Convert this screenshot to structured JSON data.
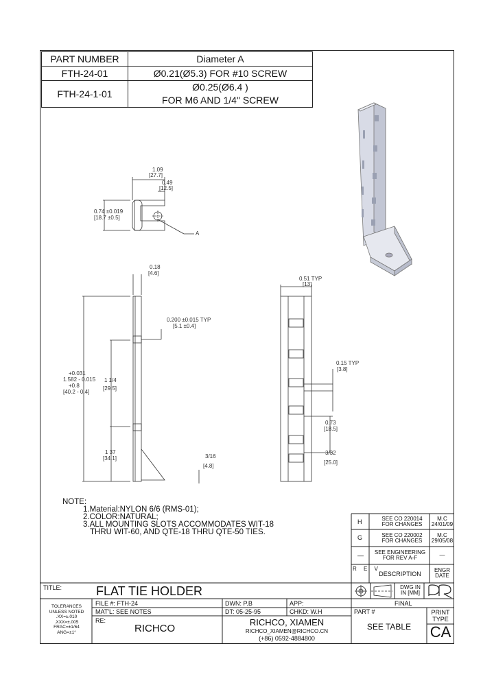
{
  "part_table": {
    "header_part": "PART NUMBER",
    "header_diameter": "Diameter A",
    "rows": [
      {
        "part": "FTH-24-01",
        "diameter": "Ø0.21(Ø5.3) FOR #10 SCREW",
        "diameter2": ""
      },
      {
        "part": "FTH-24-1-01",
        "diameter": "Ø0.25(Ø6.4 )",
        "diameter2": "FOR M6 AND 1/4\" SCREW"
      }
    ]
  },
  "dims": {
    "top_width": "1.09",
    "top_width_mm": "[27.7]",
    "top_depth": "0.49",
    "top_depth_mm": "[12.5]",
    "top_height": "0.74 ±0.019",
    "top_height_mm": "[18.7 ±0.5]",
    "hole_callout": "A",
    "side_thk": "0.18",
    "side_thk_mm": "[4.6]",
    "slot_width": "0.200 ±0.015 TYP",
    "slot_width_mm": "[5.1 ±0.4]",
    "overall_h1": "+0.031",
    "overall_h2": "1.582 - 0.015",
    "overall_h3": "+0.8",
    "overall_h4": "[40.2 - 0.4]",
    "pitch_a": "1 1/4",
    "pitch_a_mm": "[29.5]",
    "base_h": "1 37",
    "base_h_mm": "[34.1]",
    "base_thk": "3/16",
    "base_thk_mm": "[4.8]",
    "front_w": "0.51 TYP",
    "front_w_mm": "[13]",
    "slot_gap": "0.15 TYP",
    "slot_gap_mm": "[3.8]",
    "slot_pitch": "0.73",
    "slot_pitch_mm": "[18.5]",
    "slot_last": "3/32",
    "slot_last_mm": "[25.0]"
  },
  "notes": {
    "heading": "NOTE:",
    "items": [
      "1.Material:NYLON 6/6 (RMS-01);",
      "2.COLOR:NATURAL;",
      "3.ALL MOUNTING SLOTS ACCOMMODATES WIT-18",
      "THRU WIT-60, AND QTE-18 THRU QTE-50 TIES."
    ]
  },
  "revisions": [
    {
      "rev": "H",
      "desc": "SEE CO 220014\nFOR CHANGES",
      "engr": "M.C\n24/01/09"
    },
    {
      "rev": "G",
      "desc": "SEE CO 220002\nFOR CHANGES",
      "engr": "M.C\n29/05/08"
    },
    {
      "rev": "—",
      "desc": "SEE ENGINEERING\nFOR REV A-F",
      "engr": "—"
    }
  ],
  "rev_header": {
    "rev": "R E V",
    "desc": "DESCRIPTION",
    "engr": "ENGR\nDATE"
  },
  "title_block": {
    "title_label": "TITLE:",
    "title": "FLAT TIE HOLDER",
    "dwg_in": "DWG IN\nIN [MM]",
    "final": "FINAL",
    "tolerances": "TOLERANCES\nUNLESS NOTED\n.XX=±.010\n.XXX=±.005\nFRAC=±1/64\nANG=±1°",
    "file": "FILE #: FTH-24",
    "dwn": "DWN: P.B",
    "app": "APP:",
    "matl": "MAT'L: SEE NOTES",
    "dt": "DT: 05-25-95",
    "chkd": "CHKD: W.H",
    "part_label": "PART #",
    "re_label": "RE:",
    "re_value": "RICHCO",
    "company": "RICHCO, XIAMEN",
    "email": "RICHCO_XIAMEN@RICHCO.CN",
    "phone": "(+86) 0592-4884800",
    "part_value": "SEE TABLE",
    "print_type": "PRINT\nTYPE",
    "print_value": "CA"
  }
}
